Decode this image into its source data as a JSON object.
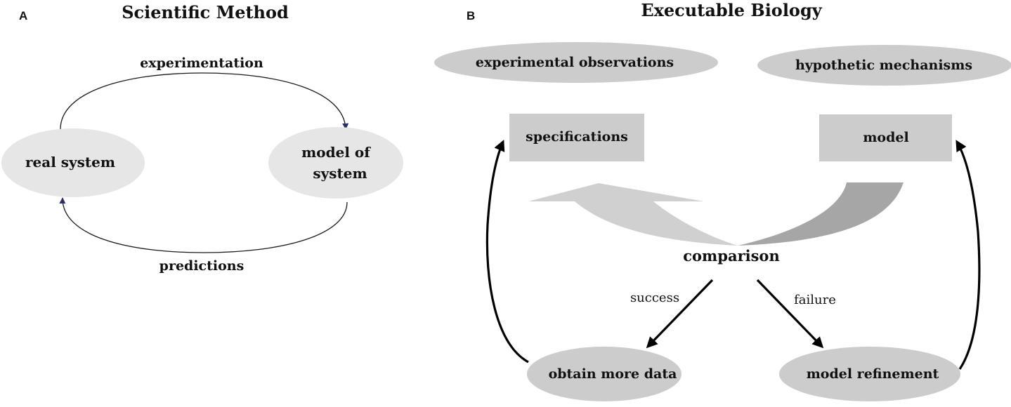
{
  "panel_a": {
    "letter": "A",
    "title": "Scientific Method",
    "real_system": "real system",
    "model_line1": "model of",
    "model_line2": "system",
    "experimentation": "experimentation",
    "predictions": "predictions"
  },
  "panel_b": {
    "letter": "B",
    "title": "Executable Biology",
    "experimental_observations": "experimental observations",
    "hypothetic_mechanisms": "hypothetic mechanisms",
    "specifications": "specifications",
    "model": "model",
    "comparison": "comparison",
    "success": "success",
    "failure": "failure",
    "obtain_more_data": "obtain more data",
    "model_refinement": "model refinement"
  },
  "colors": {
    "ellipse_light": "#e6e6e6",
    "shape_medium": "#cccccc",
    "curved_arrow_light": "#d0d0d0",
    "curved_arrow_dark": "#a6a6a6",
    "cycle_arrow": "#1a1a1a",
    "arrowhead_blue": "#2b2f66",
    "text": "#111111"
  }
}
